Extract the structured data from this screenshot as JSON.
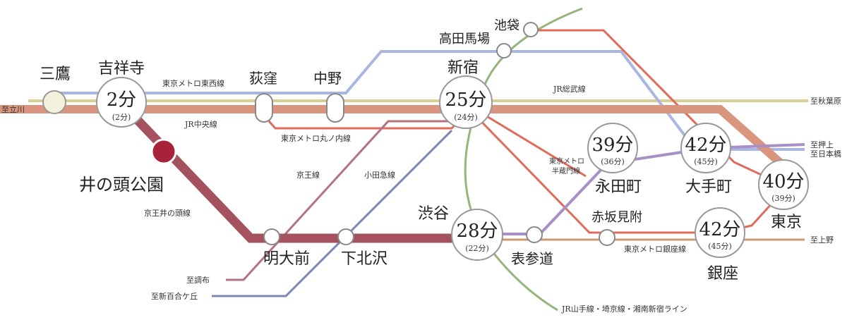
{
  "colors": {
    "chuo": "#d9957e",
    "sobu": "#d8cf95",
    "tozai": "#a9b7e0",
    "marunouchi": "#e06b5a",
    "inokashira": "#a4535e",
    "keio": "#b5727f",
    "odakyu": "#7d87b5",
    "yamanote": "#95b57a",
    "hanzomon": "#a98fc8",
    "ginza": "#c99a72",
    "highlight": "#a7233c"
  },
  "stations": {
    "mitaka": "三鷹",
    "kichijoji": "吉祥寺",
    "ogikubo": "荻窪",
    "nakano": "中野",
    "shinjuku": "新宿",
    "takadanobaba": "高田馬場",
    "ikebukuro": "池袋",
    "inokashira_koen": "井の頭公園",
    "meidaimae": "明大前",
    "shimokitazawa": "下北沢",
    "shibuya": "渋谷",
    "omotesando": "表参道",
    "nagatacho": "永田町",
    "otemachi": "大手町",
    "tokyo": "東京",
    "akasakamitsuke": "赤坂見附",
    "ginza": "銀座"
  },
  "times": {
    "kichijoji": {
      "main": "2分",
      "sub": "(2分)"
    },
    "shinjuku": {
      "main": "25分",
      "sub": "(24分)"
    },
    "shibuya": {
      "main": "28分",
      "sub": "(22分)"
    },
    "nagatacho": {
      "main": "39分",
      "sub": "(36分)"
    },
    "otemachi": {
      "main": "42分",
      "sub": "(45分)"
    },
    "tokyo": {
      "main": "40分",
      "sub": "(39分)"
    },
    "ginza": {
      "main": "42分",
      "sub": "(45分)"
    }
  },
  "lines": {
    "tozai": "東京メトロ東西線",
    "chuo": "JR中央線",
    "marunouchi": "東京メトロ丸ノ内線",
    "sobu": "JR総武線",
    "keio": "京王線",
    "odakyu": "小田急線",
    "inokashira": "京王井の頭線",
    "hanzomon_1": "東京メトロ",
    "hanzomon_2": "半蔵門線",
    "ginza": "東京メトロ銀座線",
    "yamanote": "JR山手線・埼京線・湘南新宿ライン"
  },
  "directions": {
    "tachikawa": "至立川",
    "akihabara": "至秋葉原",
    "oshiage": "至押上",
    "nihonbashi": "至日本橋",
    "ueno": "至上野",
    "chofu": "至調布",
    "shinyurigaoka": "至新百合ケ丘"
  }
}
